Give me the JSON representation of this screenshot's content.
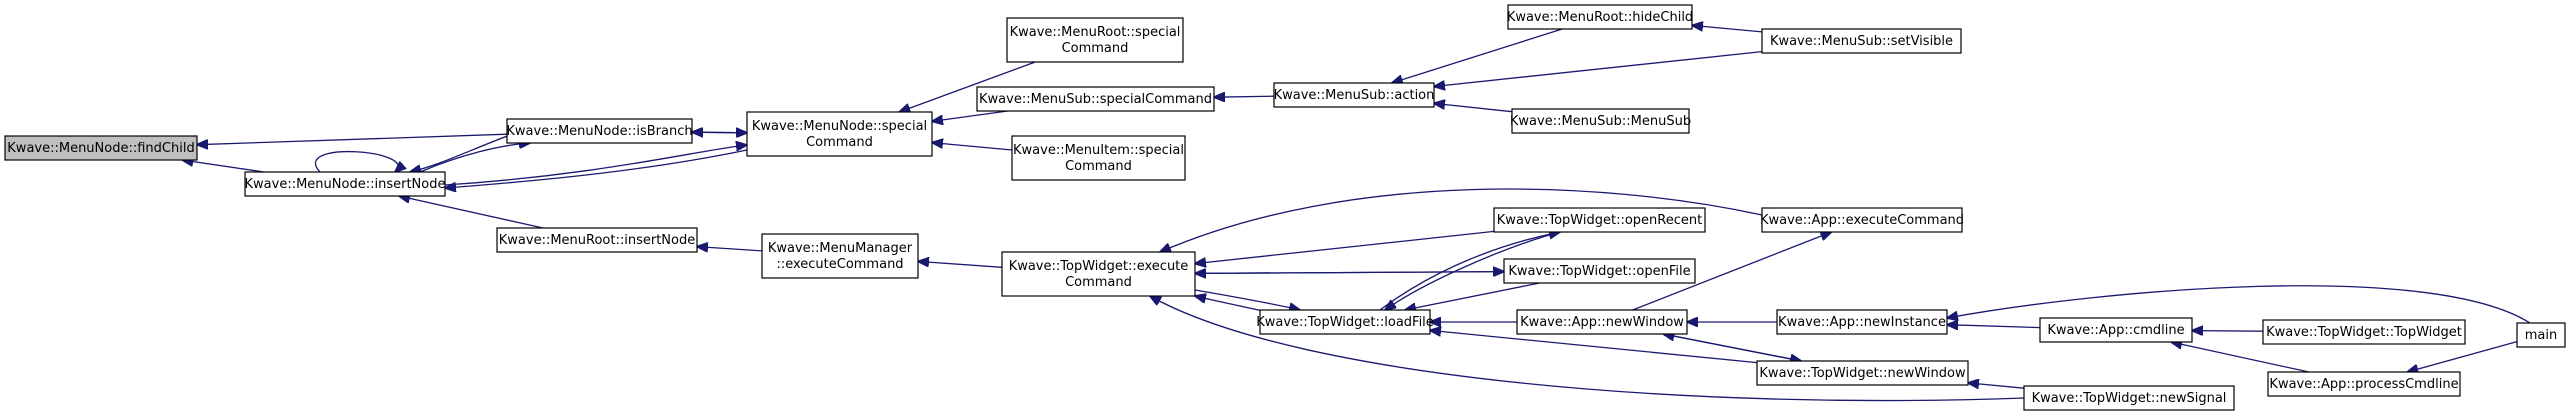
{
  "diagram": {
    "title": "",
    "colors": {
      "edge": "#191970",
      "root_fill": "#bfbfbf",
      "node_fill": "#ffffff",
      "node_border": "#000000"
    },
    "nodes": [
      {
        "id": "findChild",
        "lines": [
          "Kwave::MenuNode::findChild"
        ],
        "root": true
      },
      {
        "id": "isBranch",
        "lines": [
          "Kwave::MenuNode::isBranch"
        ]
      },
      {
        "id": "insertNode",
        "lines": [
          "Kwave::MenuNode::insertNode"
        ]
      },
      {
        "id": "nodeSpecial",
        "lines": [
          "Kwave::MenuNode::special",
          "Command"
        ]
      },
      {
        "id": "rootSpecial",
        "lines": [
          "Kwave::MenuRoot::special",
          "Command"
        ]
      },
      {
        "id": "subSpecial",
        "lines": [
          "Kwave::MenuSub::specialCommand"
        ]
      },
      {
        "id": "itemSpecial",
        "lines": [
          "Kwave::MenuItem::special",
          "Command"
        ]
      },
      {
        "id": "subAction",
        "lines": [
          "Kwave::MenuSub::action"
        ]
      },
      {
        "id": "hideChild",
        "lines": [
          "Kwave::MenuRoot::hideChild"
        ]
      },
      {
        "id": "setVisible",
        "lines": [
          "Kwave::MenuSub::setVisible"
        ]
      },
      {
        "id": "menuSubCtor",
        "lines": [
          "Kwave::MenuSub::MenuSub"
        ]
      },
      {
        "id": "rootInsert",
        "lines": [
          "Kwave::MenuRoot::insertNode"
        ]
      },
      {
        "id": "mmExec",
        "lines": [
          "Kwave::MenuManager",
          "::executeCommand"
        ]
      },
      {
        "id": "twExec",
        "lines": [
          "Kwave::TopWidget::execute",
          "Command"
        ]
      },
      {
        "id": "openRecent",
        "lines": [
          "Kwave::TopWidget::openRecent"
        ]
      },
      {
        "id": "openFile",
        "lines": [
          "Kwave::TopWidget::openFile"
        ]
      },
      {
        "id": "loadFile",
        "lines": [
          "Kwave::TopWidget::loadFile"
        ]
      },
      {
        "id": "appExec",
        "lines": [
          "Kwave::App::executeCommand"
        ]
      },
      {
        "id": "appNewWindow",
        "lines": [
          "Kwave::App::newWindow"
        ]
      },
      {
        "id": "appNewInstance",
        "lines": [
          "Kwave::App::newInstance"
        ]
      },
      {
        "id": "twNewWindow",
        "lines": [
          "Kwave::TopWidget::newWindow"
        ]
      },
      {
        "id": "twNewSignal",
        "lines": [
          "Kwave::TopWidget::newSignal"
        ]
      },
      {
        "id": "appCmdline",
        "lines": [
          "Kwave::App::cmdline"
        ]
      },
      {
        "id": "twCtor",
        "lines": [
          "Kwave::TopWidget::TopWidget"
        ]
      },
      {
        "id": "processCmdline",
        "lines": [
          "Kwave::App::processCmdline"
        ]
      },
      {
        "id": "main",
        "lines": [
          "main"
        ]
      }
    ],
    "edges": [
      {
        "from": "isBranch",
        "to": "findChild"
      },
      {
        "from": "insertNode",
        "to": "findChild"
      },
      {
        "from": "insertNode",
        "to": "isBranch"
      },
      {
        "from": "nodeSpecial",
        "to": "isBranch"
      },
      {
        "from": "isBranch",
        "to": "insertNode"
      },
      {
        "from": "insertNode",
        "to": "insertNode"
      },
      {
        "from": "nodeSpecial",
        "to": "insertNode"
      },
      {
        "from": "rootInsert",
        "to": "insertNode"
      },
      {
        "from": "insertNode",
        "to": "nodeSpecial"
      },
      {
        "from": "isBranch",
        "to": "nodeSpecial"
      },
      {
        "from": "rootSpecial",
        "to": "nodeSpecial"
      },
      {
        "from": "subSpecial",
        "to": "nodeSpecial"
      },
      {
        "from": "itemSpecial",
        "to": "nodeSpecial"
      },
      {
        "from": "subAction",
        "to": "subSpecial"
      },
      {
        "from": "hideChild",
        "to": "subAction"
      },
      {
        "from": "setVisible",
        "to": "subAction"
      },
      {
        "from": "menuSubCtor",
        "to": "subAction"
      },
      {
        "from": "setVisible",
        "to": "hideChild"
      },
      {
        "from": "mmExec",
        "to": "rootInsert"
      },
      {
        "from": "twExec",
        "to": "mmExec"
      },
      {
        "from": "loadFile",
        "to": "twExec"
      },
      {
        "from": "appExec",
        "to": "twExec"
      },
      {
        "from": "openRecent",
        "to": "twExec"
      },
      {
        "from": "openFile",
        "to": "twExec"
      },
      {
        "from": "twNewSignal",
        "to": "twExec"
      },
      {
        "from": "twExec",
        "to": "loadFile"
      },
      {
        "from": "openRecent",
        "to": "loadFile"
      },
      {
        "from": "openFile",
        "to": "loadFile"
      },
      {
        "from": "appNewWindow",
        "to": "loadFile"
      },
      {
        "from": "twNewWindow",
        "to": "loadFile"
      },
      {
        "from": "loadFile",
        "to": "openRecent"
      },
      {
        "from": "twExec",
        "to": "openFile"
      },
      {
        "from": "appNewWindow",
        "to": "appExec"
      },
      {
        "from": "appNewInstance",
        "to": "appNewWindow"
      },
      {
        "from": "twNewWindow",
        "to": "appNewWindow"
      },
      {
        "from": "appNewWindow",
        "to": "twNewWindow"
      },
      {
        "from": "twNewSignal",
        "to": "twNewWindow"
      },
      {
        "from": "appCmdline",
        "to": "appNewInstance"
      },
      {
        "from": "main",
        "to": "appNewInstance"
      },
      {
        "from": "twCtor",
        "to": "appCmdline"
      },
      {
        "from": "processCmdline",
        "to": "appCmdline"
      },
      {
        "from": "main",
        "to": "processCmdline"
      }
    ]
  }
}
